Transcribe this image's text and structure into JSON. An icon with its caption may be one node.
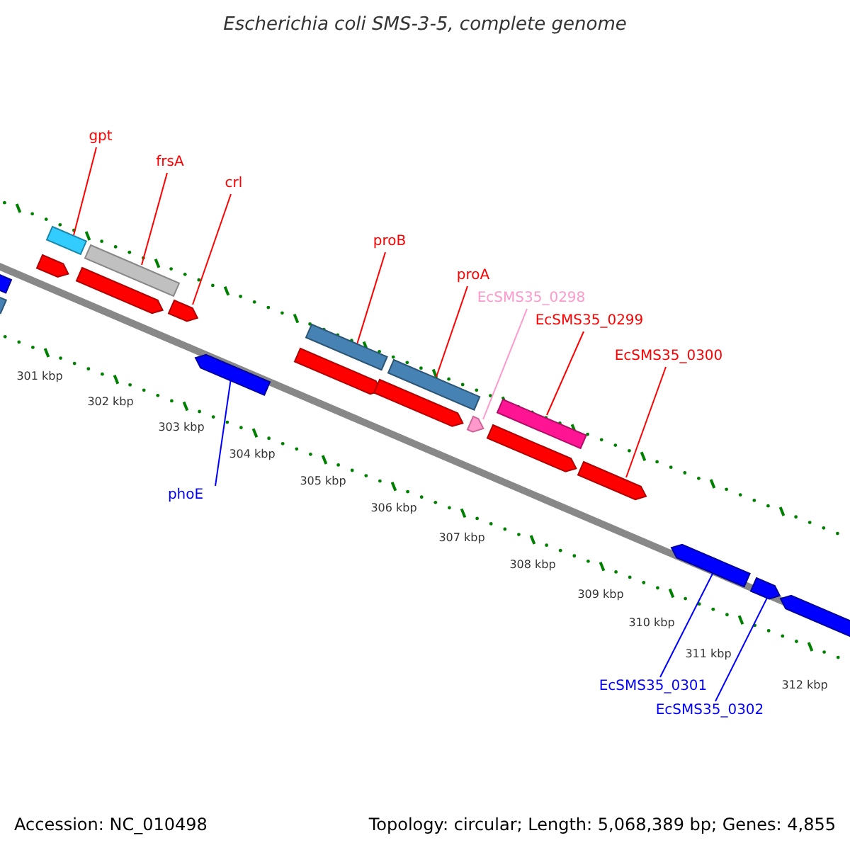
{
  "diagram": {
    "title": "Escherichia coli SMS-3-5, complete genome",
    "nodes": [
      {
        "text": [
          "gpt"
        ]
      },
      {
        "text": [
          "frsA"
        ]
      },
      {
        "text": [
          "crl"
        ]
      },
      {
        "text": [
          "proB"
        ]
      },
      {
        "text": [
          "proA"
        ]
      },
      {
        "text": [
          "EcSMS35_0298"
        ]
      },
      {
        "text": [
          "EcSMS35_0299"
        ]
      },
      {
        "text": [
          "EcSMS35_0300"
        ]
      },
      {
        "text": [
          "phoE"
        ]
      },
      {
        "text": [
          "EcSMS35_0301"
        ]
      },
      {
        "text": [
          "EcSMS35_0302"
        ]
      },
      {
        "text": [],
        "shape": "bar"
      },
      {
        "text": [],
        "shape": "bar"
      },
      {
        "text": [],
        "shape": "bar"
      },
      {
        "text": [],
        "shape": "bar"
      },
      {
        "text": [],
        "shape": "bar"
      },
      {
        "text": [],
        "shape": "bar"
      },
      {
        "text": [],
        "shape": "bar"
      },
      {
        "text": [],
        "shape": "bar"
      },
      {
        "text": [],
        "shape": "bar"
      },
      {
        "text": [],
        "shape": "bar"
      },
      {
        "text": [],
        "shape": "bar"
      },
      {
        "text": [],
        "shape": "bar"
      },
      {
        "text": [],
        "shape": "bar"
      },
      {
        "text": [],
        "shape": "bar"
      },
      {
        "text": [],
        "shape": "bar"
      },
      {
        "text": [],
        "shape": "bar"
      },
      {
        "text": [],
        "shape": "bar"
      },
      {
        "text": [],
        "shape": "bar"
      },
      {
        "text": [],
        "shape": "bar"
      }
    ],
    "edges": [
      {
        "from": 0,
        "to": 14,
        "arrow": "none"
      },
      {
        "from": 1,
        "to": 16,
        "arrow": "none"
      },
      {
        "from": 2,
        "to": 17,
        "arrow": "none"
      },
      {
        "from": 8,
        "to": 18,
        "arrow": "none",
        "color": "#0000ff"
      },
      {
        "from": 3,
        "to": 20,
        "arrow": "none"
      },
      {
        "from": 4,
        "to": 22,
        "arrow": "none"
      },
      {
        "from": 5,
        "to": 23,
        "arrow": "none",
        "color": "#ff99cc"
      },
      {
        "from": 6,
        "to": 25,
        "arrow": "none"
      },
      {
        "from": 7,
        "to": 26,
        "arrow": "none"
      },
      {
        "from": 9,
        "to": 27,
        "arrow": "none",
        "color": "#0000ff"
      },
      {
        "from": 10,
        "to": 28,
        "arrow": "none",
        "color": "#0000ff"
      }
    ],
    "labels": [
      "301 kbp",
      "302 kbp",
      "303 kbp",
      "304 kbp",
      "305 kbp",
      "306 kbp",
      "307 kbp",
      "308 kbp",
      "309 kbp",
      "310 kbp",
      "311 kbp",
      "312 kbp",
      "Accession: NC_010498",
      "Topology: circular; Length: 5,068,389 bp; Genes: 4,855"
    ]
  }
}
